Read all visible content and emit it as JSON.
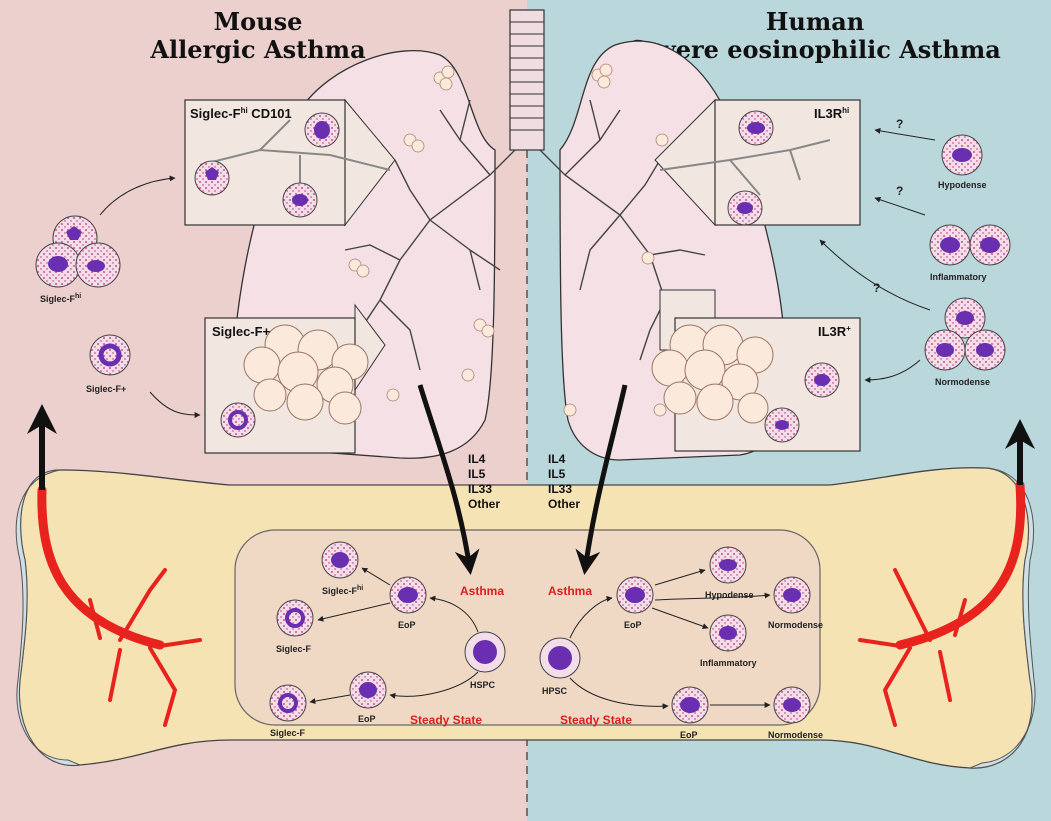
{
  "titles": {
    "left_line1": "Mouse",
    "left_line2": "Allergic Asthma",
    "right_line1": "Human",
    "right_line2": "Severe eosinophilic Asthma"
  },
  "mouse_lung": {
    "box_top": {
      "main": "Siglec-F",
      "sup": "hi",
      "tail": " CD101"
    },
    "box_bottom": "Siglec-F+"
  },
  "mouse_blood": {
    "hi": {
      "main": "Siglec-F",
      "sup": "hi"
    },
    "plus": "Siglec-F+"
  },
  "human_lung": {
    "box_top": {
      "main": "IL3R",
      "sup": "hi"
    },
    "box_bottom": {
      "main": "IL3R",
      "sup": "+"
    }
  },
  "human_blood": {
    "hypodense": "Hypodense",
    "inflammatory": "Inflammatory",
    "normodense": "Normodense",
    "q": "?"
  },
  "cytokines": {
    "left": [
      "IL4",
      "IL5",
      "IL33",
      "Other"
    ],
    "right": [
      "IL4",
      "IL5",
      "IL33",
      "Other"
    ]
  },
  "mouse_marrow": {
    "asthma": "Asthma",
    "steady": "Steady State",
    "hspc": "HSPC",
    "eop": "EoP",
    "siglec_hi": {
      "main": "Siglec-F",
      "sup": "hi"
    },
    "siglec_f": "Siglec-F"
  },
  "human_marrow": {
    "asthma": "Asthma",
    "steady": "Steady State",
    "hpsc": "HPSC",
    "eop": "EoP",
    "hypodense": "Hypodense",
    "normodense": "Normodense",
    "inflammatory": "Inflammatory"
  },
  "colors": {
    "mouse_bg": "#ecd0ce",
    "human_bg": "#bad7db",
    "lung": "#f4e0e5",
    "bone": "#f6e3b4",
    "marrow": "#efd9c4",
    "vessel": "#e8221c",
    "nucleus": "#6a2fb0",
    "cell": "#f3dde8",
    "accent_red": "#e01b1b"
  }
}
